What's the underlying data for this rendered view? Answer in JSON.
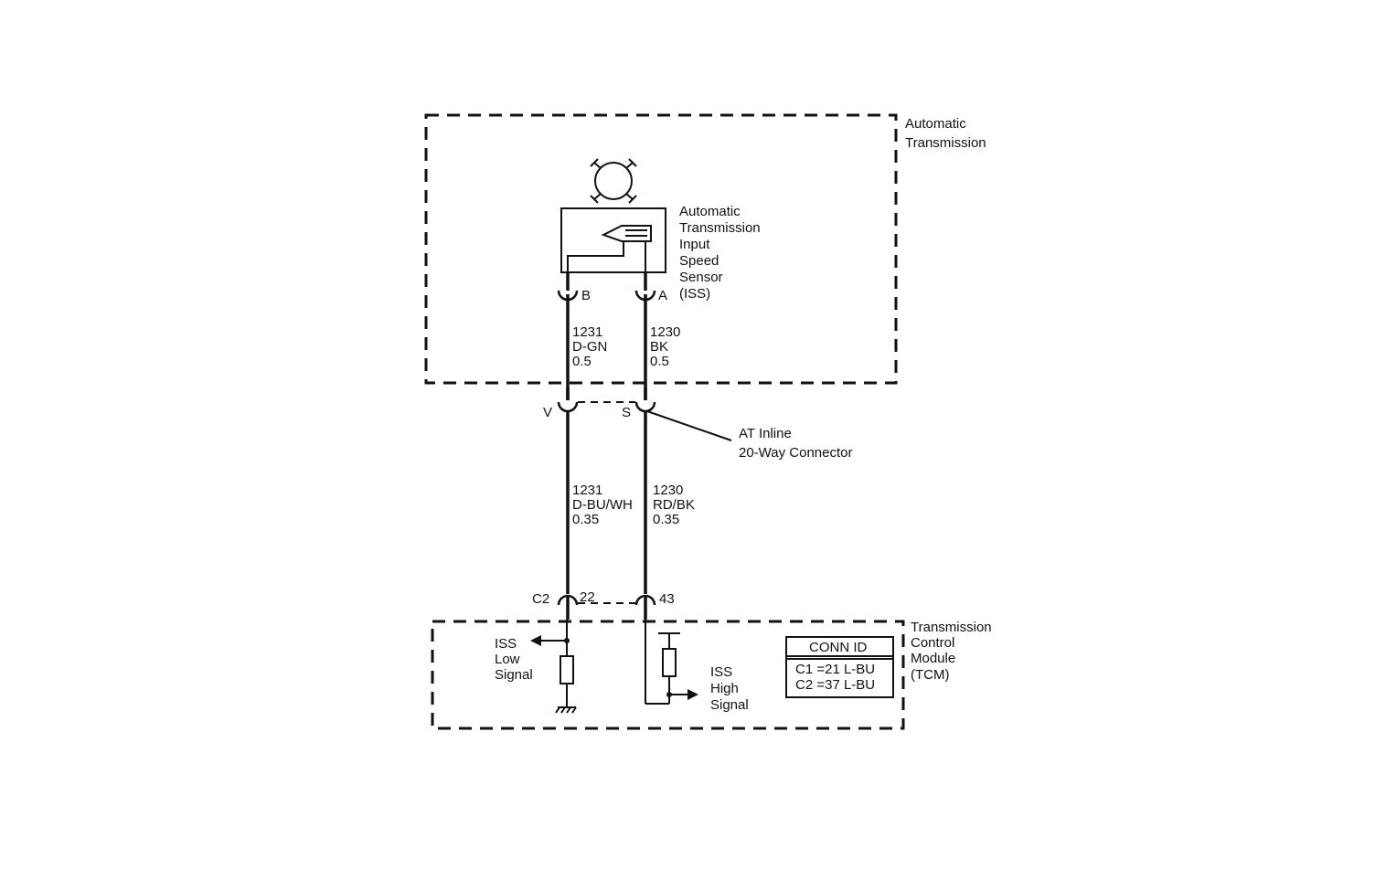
{
  "colors": {
    "ink": "#111111",
    "background": "#ffffff"
  },
  "automatic_transmission": {
    "label_line1": "Automatic",
    "label_line2": "Transmission"
  },
  "iss_sensor": {
    "label_lines": [
      "Automatic",
      "Transmission",
      "Input",
      "Speed",
      "Sensor",
      "(ISS)"
    ],
    "pin_b": "B",
    "pin_a": "A"
  },
  "wires_upper": {
    "left": {
      "circuit": "1231",
      "color": "D-GN",
      "size": "0.5"
    },
    "right": {
      "circuit": "1230",
      "color": "BK",
      "size": "0.5"
    }
  },
  "inline_connector": {
    "pin_left": "V",
    "pin_right": "S",
    "label_line1": "AT Inline",
    "label_line2": "20-Way Connector"
  },
  "wires_lower": {
    "left": {
      "circuit": "1231",
      "color": "D-BU/WH",
      "size": "0.35"
    },
    "right": {
      "circuit": "1230",
      "color": "RD/BK",
      "size": "0.35"
    }
  },
  "tcm_connector": {
    "connector": "C2",
    "pin_left": "22",
    "pin_right": "43"
  },
  "tcm": {
    "label_lines": [
      "Transmission",
      "Control",
      "Module",
      "(TCM)"
    ],
    "iss_low_lines": [
      "ISS",
      "Low",
      "Signal"
    ],
    "iss_high_lines": [
      "ISS",
      "High",
      "Signal"
    ]
  },
  "conn_id": {
    "title": "CONN ID",
    "rows": [
      "C1 =21 L-BU",
      "C2 =37 L-BU"
    ]
  }
}
